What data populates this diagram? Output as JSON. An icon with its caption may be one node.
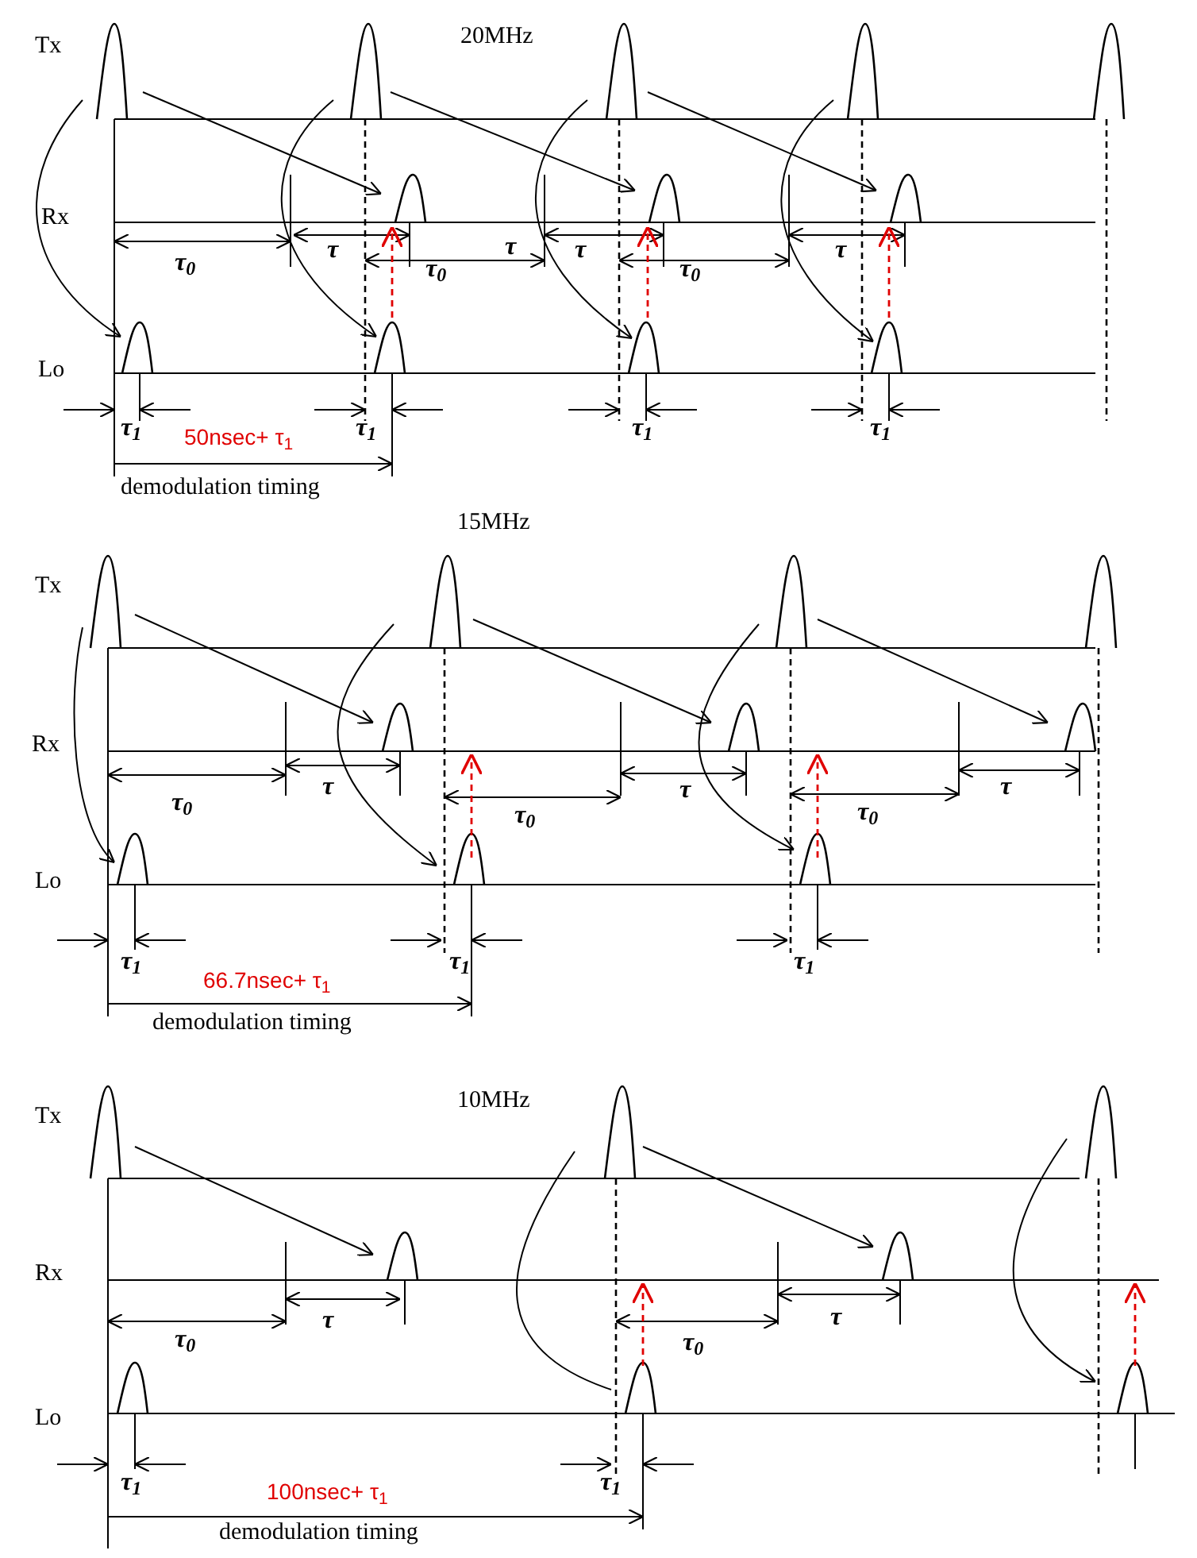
{
  "diagram": {
    "labels": [
      "Tx",
      "20MHz",
      "Rx",
      "τ",
      "τ",
      "τ",
      "τ",
      "τ$_{0}$",
      "τ$_{0}$",
      "τ$_{0}$",
      "Lo",
      "τ$_{1}$",
      "50nsec+ τ$_{1}$",
      "τ$_{1}$",
      "τ$_{1}$",
      "τ$_{1}$",
      "demodulation timing",
      "15MHz",
      "Tx",
      "Rx",
      "τ",
      "τ",
      "τ",
      "τ$_{0}$",
      "τ$_{0}$",
      "τ$_{0}$",
      "Lo",
      "τ$_{1}$",
      "66.7nsec+ τ$_{1}$",
      "τ$_{1}$",
      "τ$_{1}$",
      "demodulation timing",
      "Tx",
      "10MHz",
      "Rx",
      "τ",
      "τ",
      "τ$_{0}$",
      "τ$_{0}$",
      "Lo",
      "τ$_{1}$",
      "100nsec+ τ$_{1}$",
      "τ$_{1}$",
      "demodulation timing"
    ]
  }
}
